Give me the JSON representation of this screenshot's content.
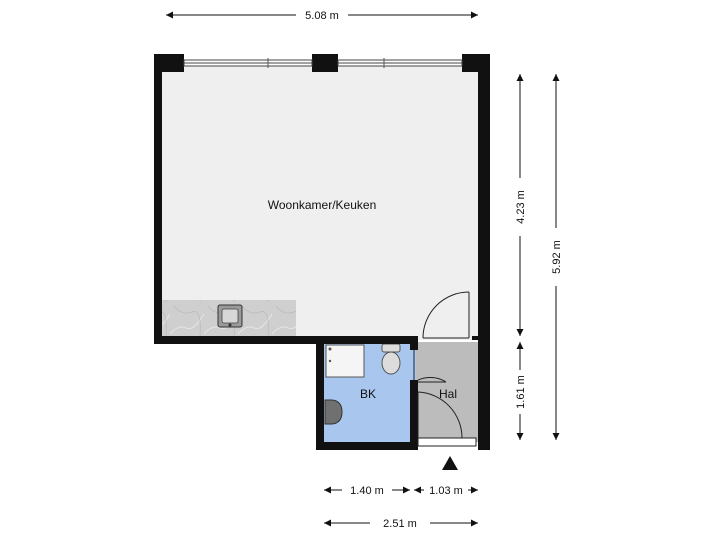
{
  "rooms": {
    "living": "Woonkamer/Keuken",
    "bath": "BK",
    "hall": "Hal"
  },
  "dimensions": {
    "top_width": "5.08 m",
    "right_upper": "4.23 m",
    "right_total": "5.92 m",
    "right_lower": "1.61 m",
    "bottom_bath": "1.40 m",
    "bottom_hall": "1.03 m",
    "bottom_total": "2.51 m"
  },
  "colors": {
    "wall": "#111111",
    "living_floor": "#efefef",
    "bath_floor": "#a9c7ee",
    "hall_floor": "#bcbcbc",
    "counter": "#cfcfcf"
  }
}
